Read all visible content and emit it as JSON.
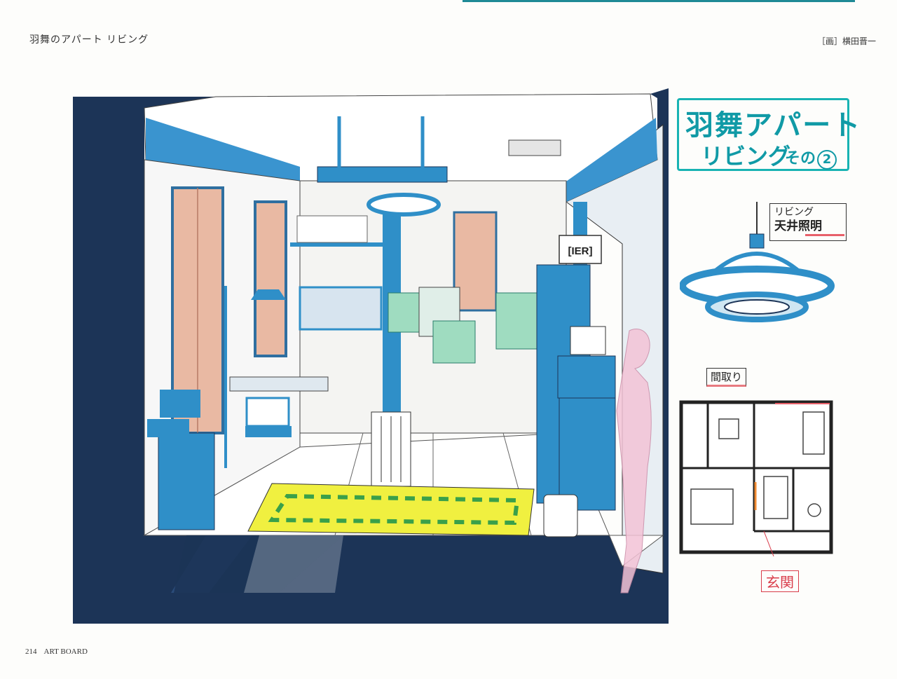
{
  "page": {
    "caption": "羽舞のアパート リビング",
    "credit": "［画］横田晋一",
    "page_number": "214",
    "footer": "ART BOARD"
  },
  "board": {
    "title_line1": "羽舞アパート",
    "title_line2": "リビング",
    "title_suffix": "その",
    "title_number": "2",
    "lamp_label_line1": "リビング",
    "lamp_label_line2": "天井照明",
    "plan_label": "間取り",
    "entrance_label": "玄関",
    "sign_text": "[IER]"
  },
  "colors": {
    "accent": "#109aa6",
    "wall_blue": "#2f8fc8",
    "dark_navy": "#1c3457",
    "curtain": "#e9b9a3",
    "rug_yellow": "#f0f040",
    "rug_green": "#3aa04a",
    "figure_pink": "#f3c3d6",
    "stamp_red": "#d93c4a"
  }
}
